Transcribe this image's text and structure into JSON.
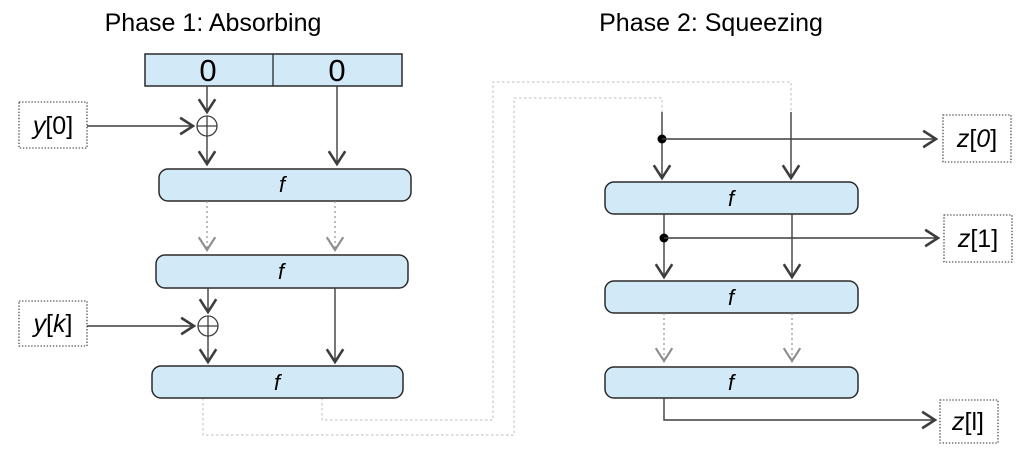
{
  "titles": {
    "phase1": "Phase 1: Absorbing",
    "phase2": "Phase 2: Squeezing"
  },
  "state": {
    "cells": [
      "0",
      "0"
    ]
  },
  "function_box": {
    "label": "f"
  },
  "labels": {
    "bracket_open": "[",
    "bracket_close": "]",
    "inputs": [
      {
        "var": "y",
        "index": "0"
      },
      {
        "var": "y",
        "index": "k"
      }
    ],
    "outputs": [
      {
        "var": "z",
        "index": "0"
      },
      {
        "var": "z",
        "index": "1"
      },
      {
        "var": "z",
        "index": "l"
      }
    ]
  },
  "icons": {
    "xor": "circled-plus-xor-icon",
    "branch": "branch-dot"
  },
  "colors": {
    "box_fill": "#d2eaf8",
    "box_stroke": "#2a2a2a",
    "arrow": "#3d3d3d",
    "dotted_arrow": "#8f8f8f",
    "feedback_line": "#c9c9c9",
    "text": "#000000",
    "background": "#ffffff"
  }
}
